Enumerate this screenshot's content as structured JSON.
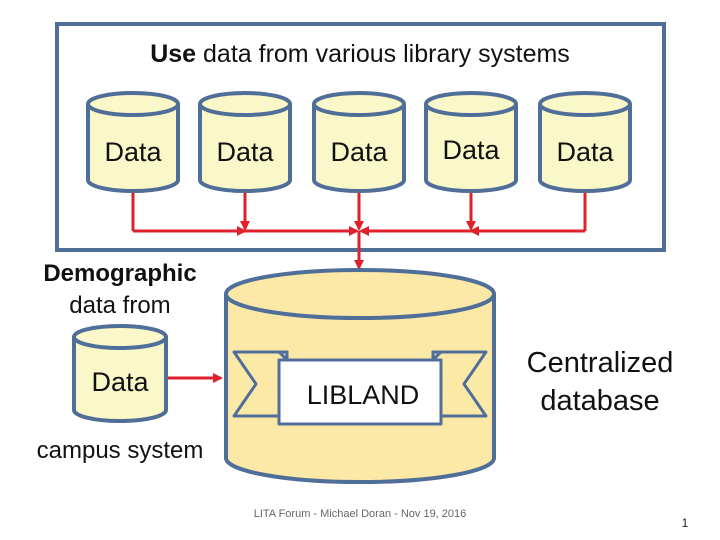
{
  "header": {
    "label_bold": "Use",
    "label_rest": " data from various library systems"
  },
  "library_systems": [
    {
      "label": "Data"
    },
    {
      "label": "Data"
    },
    {
      "label": "Data"
    },
    {
      "label": "Data"
    },
    {
      "label": "Data"
    }
  ],
  "demographic": {
    "line1": "Demographic",
    "line2": "data from",
    "source_label": "Data",
    "line3": "campus system"
  },
  "central_db": {
    "banner": "LIBLAND",
    "caption_line1": "Centralized",
    "caption_line2": "database"
  },
  "footer": {
    "text": "LITA Forum  -  Michael Doran  -  Nov 19, 2016",
    "page_number": "1"
  },
  "colors": {
    "frame": "#4F6E98",
    "cylinder_fill": "#FAF8C8",
    "cylinder_stroke": "#4F6E98",
    "central_fill": "#FCE9A8",
    "central_stroke": "#4F6E98",
    "arrow": "#E0202A"
  }
}
